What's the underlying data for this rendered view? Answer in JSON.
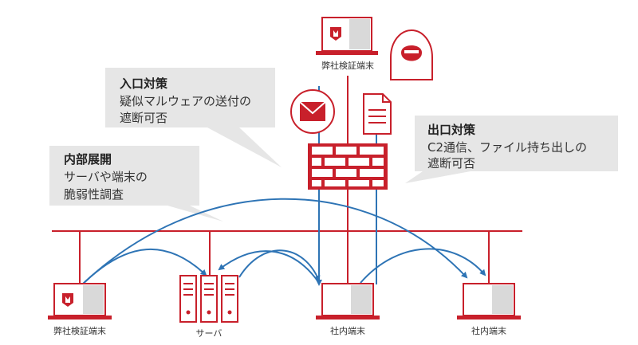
{
  "callouts": {
    "entry": {
      "title": "入口対策",
      "lines": [
        "疑似マルウェアの送付の",
        "遮断可否"
      ]
    },
    "exit": {
      "title": "出口対策",
      "lines": [
        "C2通信、ファイル持ち出しの",
        "遮断可否"
      ]
    },
    "lateral": {
      "title": "内部展開",
      "lines": [
        "サーバや端末の",
        "脆弱性調査"
      ]
    }
  },
  "nodes": {
    "top_test_terminal": {
      "label": "弊社検証端末"
    },
    "bottom_test_terminal": {
      "label": "弊社検証端末"
    },
    "server": {
      "label": "サーバ"
    },
    "internal_terminal_1": {
      "label": "社内端末"
    },
    "internal_terminal_2": {
      "label": "社内端末"
    }
  },
  "icons": {
    "attacker": "hooded-attacker-icon",
    "mail": "envelope-icon",
    "file": "document-icon",
    "firewall": "brick-firewall-icon",
    "shield": "shield-logo-icon",
    "server": "server-rack-icon",
    "laptop": "laptop-icon"
  },
  "colors": {
    "accent_red": "#c8202b",
    "flow_blue": "#2e74b5",
    "callout_gray": "#e6e6e6",
    "screen_gray": "#d9d9d9",
    "text": "#333333"
  }
}
